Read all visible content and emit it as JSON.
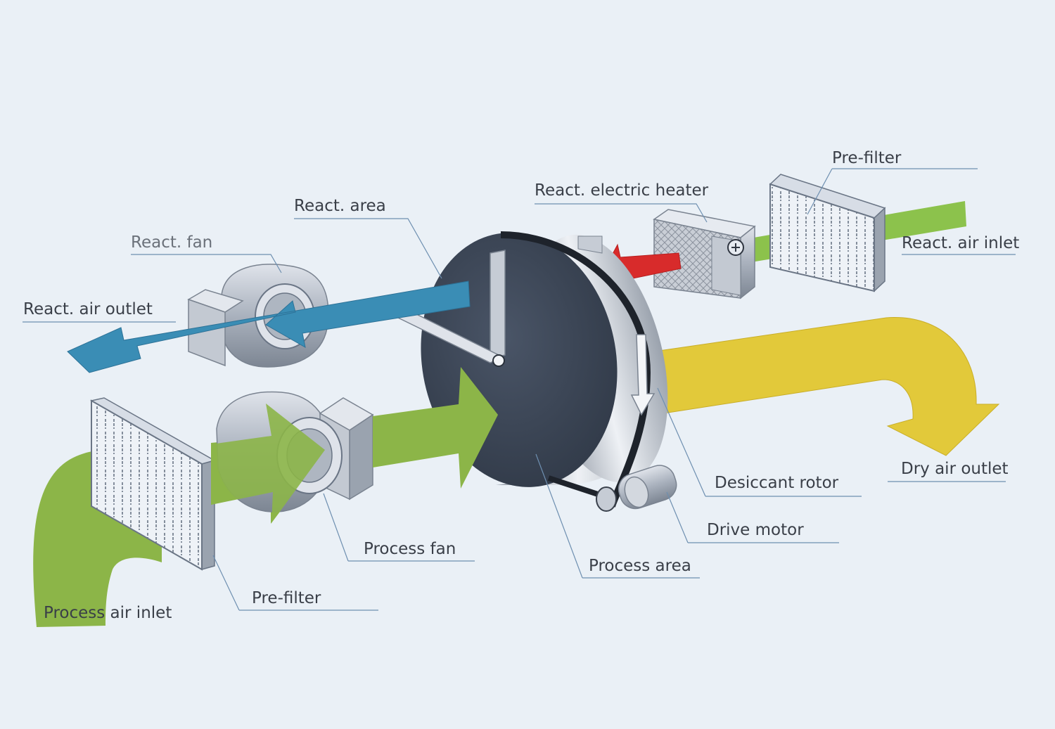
{
  "labels": {
    "react_area": "React. area",
    "react_fan": "React. fan",
    "react_air_outlet": "React. air outlet",
    "react_electric_heater": "React. electric heater",
    "pre_filter_top": "Pre-filter",
    "react_air_inlet": "React. air inlet",
    "desiccant_rotor": "Desiccant rotor",
    "dry_air_outlet": "Dry air outlet",
    "drive_motor": "Drive motor",
    "process_area": "Process area",
    "process_fan": "Process fan",
    "pre_filter_bottom": "Pre-filter",
    "process_air_inlet": "Process air inlet"
  },
  "colors": {
    "background": "#eaf0f6",
    "process_air": "#8cb548",
    "reactivation_inlet_air": "#8cc24c",
    "reactivation_outlet_air": "#3a8db5",
    "heated_air": "#d82b2b",
    "dry_air": "#e2c93a",
    "rotor_face": "#3b4556",
    "metal": "#b9c0cb"
  },
  "icons": {
    "heater_symbol": "plus-circle-icon"
  }
}
